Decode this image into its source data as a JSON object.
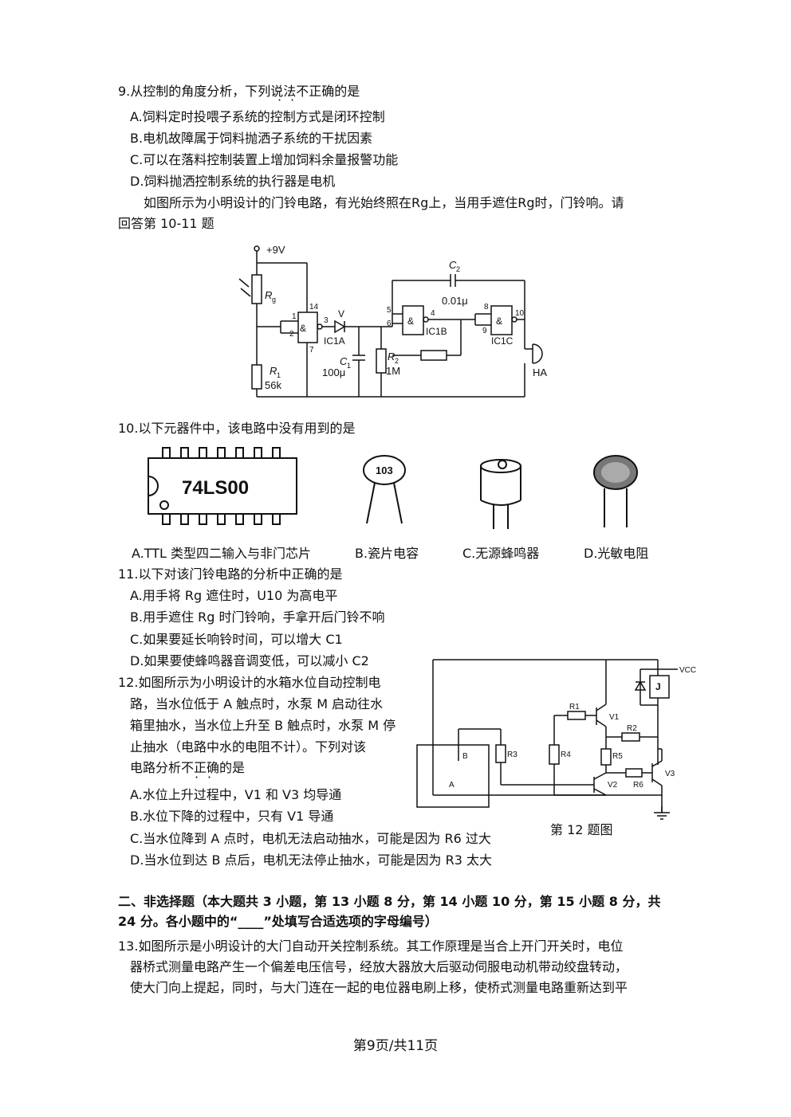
{
  "q9": {
    "stem": "9.从控制的角度分析，下列说法不正确的是",
    "options": [
      "A.饲料定时投喂子系统的控制方式是闭环控制",
      "B.电机故障属于饲料抛洒子系统的干扰因素",
      "C.可以在落料控制装置上增加饲料余量报警功能",
      "D.饲料抛洒控制系统的执行器是电机"
    ]
  },
  "intro_10_11": {
    "line1": "如图所示为小明设计的门铃电路，有光始终照在Rg上，当用手遮住Rg时，门铃响。请",
    "line2": "回答第 10-11 题"
  },
  "circuit1": {
    "supply": "+9V",
    "rg": "R",
    "rg_sub": "g",
    "r1": "R",
    "r1_sub": "1",
    "r1_value": "56k",
    "pin1": "1",
    "pin2": "2",
    "pin14": "14",
    "pin3": "3",
    "pin7": "7",
    "diode": "V",
    "ic1a": "IC1A",
    "c1": "C",
    "c1_sub": "1",
    "c1_value": "100μ",
    "r2": "R",
    "r2_sub": "2",
    "r2_value": "1M",
    "pin5": "5",
    "pin6": "6",
    "pin4": "4",
    "ic1b": "IC1B",
    "c2": "C",
    "c2_sub": "2",
    "c2_value": "0.01μ",
    "pin8": "8",
    "pin9": "9",
    "pin10": "10",
    "ic1c": "IC1C",
    "and_symbol": "&",
    "buzzer": "HA"
  },
  "q10": {
    "stem": "10.以下元器件中，该电路中没有用到的是",
    "chip_label": "74LS00",
    "capacitor_code": "103",
    "options": [
      "A.TTL 类型四二输入与非门芯片",
      "B.瓷片电容",
      "C.无源蜂鸣器",
      "D.光敏电阻"
    ]
  },
  "q11": {
    "stem": "11.以下对该门铃电路的分析中正确的是",
    "options": [
      "A.用手将 Rg 遮住时，U10 为高电平",
      "B.用手遮住 Rg 时门铃响，手拿开后门铃不响",
      "C.如果要延长响铃时间，可以增大 C1",
      "D.如果要使蜂鸣器音调变低，可以减小 C2"
    ]
  },
  "q12": {
    "stem_lines": [
      "12.如图所示为小明设计的水箱水位自动控制电",
      "路，当水位低于 A 触点时，水泵 M 启动往水",
      "箱里抽水，当水位上升至 B 触点时，水泵 M 停",
      "止抽水（电路中水的电阻不计）。下列对该",
      "电路分析不正确的是"
    ],
    "options": [
      "A.水位上升过程中，V1 和 V3 均导通",
      "B.水位下降的过程中，只有 V1 导通",
      "C.当水位降到 A 点时，电机无法启动抽水，可能是因为 R6 过大",
      "D.当水位到达 B 点后，电机无法停止抽水，可能是因为 R3 太大"
    ],
    "figure_caption": "第 12 题图",
    "labels": {
      "vcc": "VCC",
      "j": "J",
      "r1": "R1",
      "v1": "V1",
      "r2": "R2",
      "r3": "R3",
      "r4": "R4",
      "r5": "R5",
      "r6": "R6",
      "v2": "V2",
      "v3": "V3",
      "a": "A",
      "b": "B"
    }
  },
  "section2": {
    "line1": "二、非选择题（本大题共 3 小题，第 13 小题 8 分，第 14 小题 10 分，第 15 小题 8 分，共",
    "line2": "24 分。各小题中的“____”处填写合适选项的字母编号）"
  },
  "q13": {
    "lines": [
      "13.如图所示是小明设计的大门自动开关控制系统。其工作原理是当合上开门开关时，电位",
      "器桥式测量电路产生一个偏差电压信号，经放大器放大后驱动伺服电动机带动绞盘转动，",
      "使大门向上提起，同时，与大门连在一起的电位器电刷上移，使桥式测量电路重新达到平"
    ]
  },
  "footer": "第9页/共11页"
}
